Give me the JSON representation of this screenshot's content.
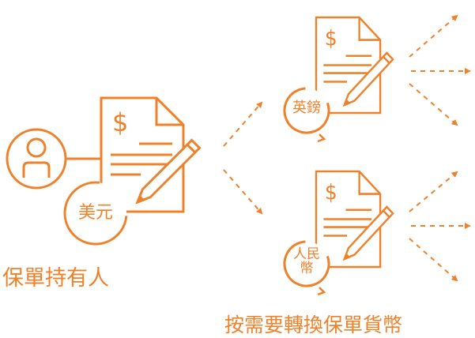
{
  "colors": {
    "accent": "#F0812B"
  },
  "policyholder": {
    "label": "保單持有人",
    "currency": "美元"
  },
  "options": [
    {
      "currency": "英鎊"
    },
    {
      "currency_line1": "人民",
      "currency_line2": "幣"
    }
  ],
  "caption": "按需要轉換保單貨幣",
  "icons": [
    "person-icon",
    "dollar-document-icon",
    "pencil-icon",
    "dashed-arrow-icon"
  ]
}
